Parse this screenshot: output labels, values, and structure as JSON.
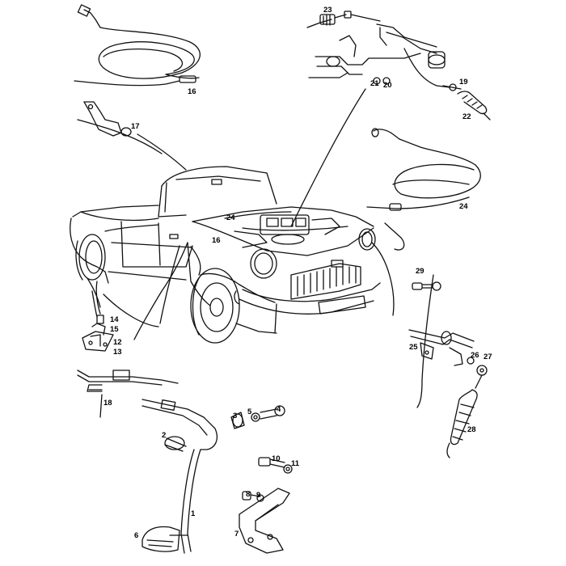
{
  "diagram": {
    "callouts": [
      {
        "id": "1",
        "label": "1"
      },
      {
        "id": "2",
        "label": "2"
      },
      {
        "id": "3",
        "label": "3"
      },
      {
        "id": "4",
        "label": "4"
      },
      {
        "id": "5",
        "label": "5"
      },
      {
        "id": "6",
        "label": "6"
      },
      {
        "id": "7",
        "label": "7"
      },
      {
        "id": "8",
        "label": "8"
      },
      {
        "id": "9",
        "label": "9"
      },
      {
        "id": "10",
        "label": "10"
      },
      {
        "id": "11",
        "label": "11"
      },
      {
        "id": "12",
        "label": "12"
      },
      {
        "id": "13",
        "label": "13"
      },
      {
        "id": "14",
        "label": "14"
      },
      {
        "id": "15",
        "label": "15"
      },
      {
        "id": "16a",
        "label": "16"
      },
      {
        "id": "16b",
        "label": "16"
      },
      {
        "id": "17",
        "label": "17"
      },
      {
        "id": "18",
        "label": "18"
      },
      {
        "id": "19",
        "label": "19"
      },
      {
        "id": "20",
        "label": "20"
      },
      {
        "id": "21",
        "label": "21"
      },
      {
        "id": "22",
        "label": "22"
      },
      {
        "id": "23",
        "label": "23"
      },
      {
        "id": "24a",
        "label": "24"
      },
      {
        "id": "24b",
        "label": "24"
      },
      {
        "id": "25",
        "label": "25"
      },
      {
        "id": "26",
        "label": "26"
      },
      {
        "id": "27",
        "label": "27"
      },
      {
        "id": "28",
        "label": "28"
      },
      {
        "id": "29",
        "label": "29"
      }
    ]
  }
}
